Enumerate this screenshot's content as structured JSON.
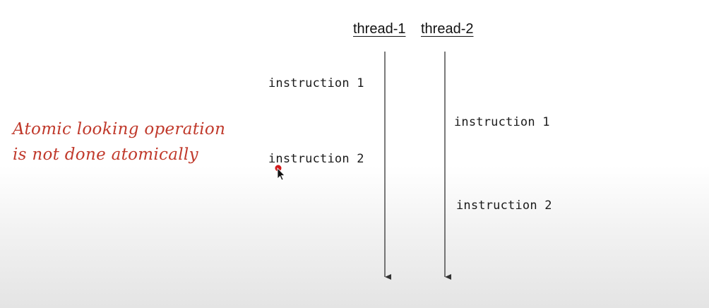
{
  "threads": [
    {
      "label": "thread-1"
    },
    {
      "label": "thread-2"
    }
  ],
  "instructions": {
    "thread_1": [
      "instruction 1",
      "instruction 2"
    ],
    "thread_2": [
      "instruction 1",
      "instruction 2"
    ]
  },
  "note": {
    "line_1": "Atomic looking operation",
    "line_2": "is not done atomically",
    "color": "#c0392b"
  },
  "colors": {
    "timeline": "#333333",
    "text": "#1a1a1a"
  },
  "icons": {
    "pointer": "mouse-pointer-icon"
  }
}
